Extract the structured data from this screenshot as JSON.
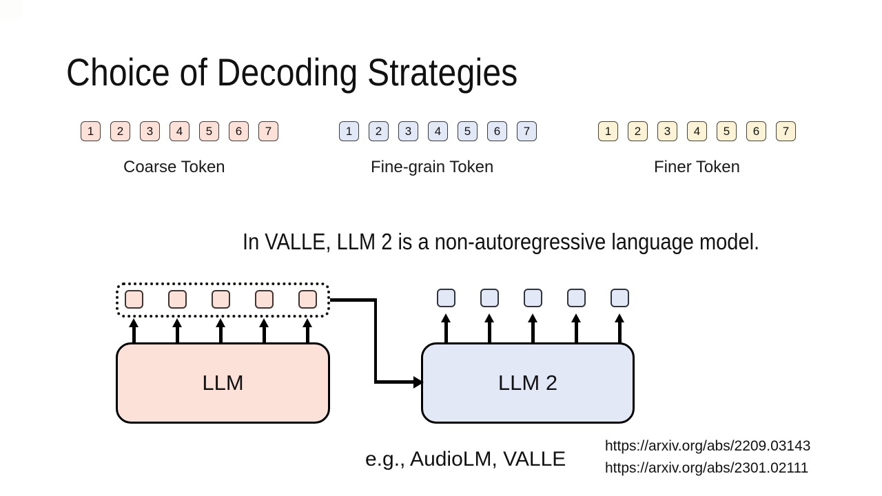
{
  "slide": {
    "title": "Choice of Decoding Strategies",
    "background_color": "#ffffff"
  },
  "token_rows": [
    {
      "name": "coarse",
      "label": "Coarse Token",
      "color": "#fbe1d8",
      "border_color": "#4a3a36",
      "tokens": [
        "1",
        "2",
        "3",
        "4",
        "5",
        "6",
        "7"
      ]
    },
    {
      "name": "fine-grain",
      "label": "Fine-grain Token",
      "color": "#e2e8f6",
      "border_color": "#353a45",
      "tokens": [
        "1",
        "2",
        "3",
        "4",
        "5",
        "6",
        "7"
      ]
    },
    {
      "name": "finer",
      "label": "Finer Token",
      "color": "#fcf3d7",
      "border_color": "#4a4330",
      "tokens": [
        "1",
        "2",
        "3",
        "4",
        "5",
        "6",
        "7"
      ]
    }
  ],
  "caption": "In VALLE, LLM 2 is a non-autoregressive language model.",
  "diagram": {
    "llm1_label": "LLM",
    "llm2_label": "LLM 2",
    "llm1_color": "#fbe1d8",
    "llm2_color": "#e2e8f6",
    "llm1_output_tokens": 5,
    "llm2_output_tokens": 5,
    "llm1_outputs_grouped": true
  },
  "footer": {
    "example": "e.g., AudioLM, VALLE",
    "references": [
      "https://arxiv.org/abs/2209.03143",
      "https://arxiv.org/abs/2301.02111"
    ]
  }
}
